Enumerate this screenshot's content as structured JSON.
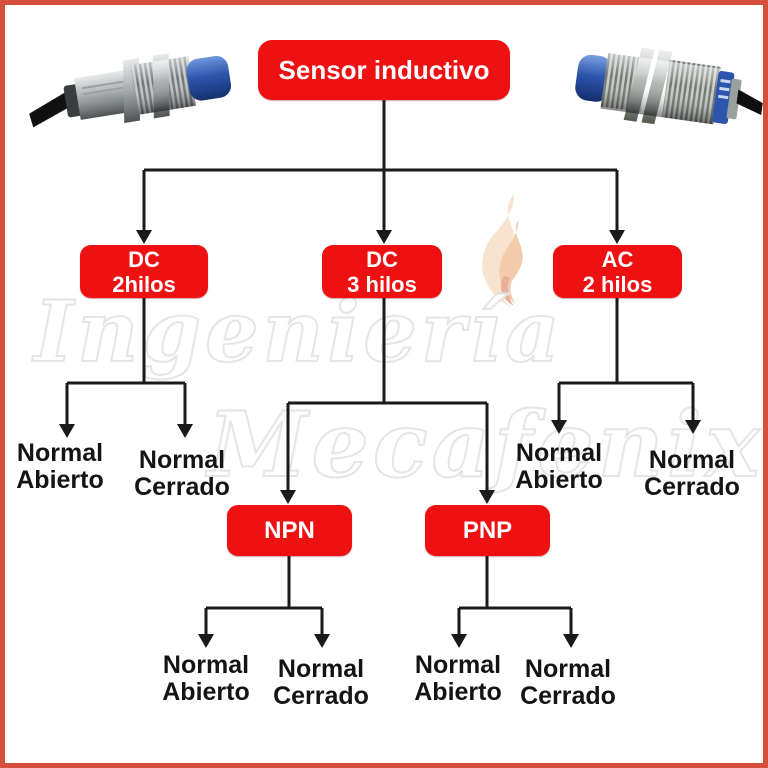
{
  "diagram_title": "Sensor inductivo",
  "nodes": {
    "root": "Sensor inductivo",
    "dc2": "DC\n2hilos",
    "dc3": "DC\n3 hilos",
    "ac2": "AC\n2 hilos",
    "npn": "NPN",
    "pnp": "PNP"
  },
  "leaves": {
    "dc2_open": "Normal\nAbierto",
    "dc2_closed": "Normal\nCerrado",
    "ac2_open": "Normal\nAbierto",
    "ac2_closed": "Normal\nCerrado",
    "npn_open": "Normal\nAbierto",
    "npn_closed": "Normal\nCerrado",
    "pnp_open": "Normal\nAbierto",
    "pnp_closed": "Normal\nCerrado"
  },
  "watermark": {
    "line1": "Ingeniería",
    "line2": "Mecafenix",
    "flame_icon": "flame-logo"
  },
  "images": {
    "left": "inductive-sensor-photo-left",
    "right": "inductive-sensor-photo-right"
  },
  "colors": {
    "node_red": "#ee1111",
    "frame_red": "#d4503a",
    "line_black": "#1a1a1a",
    "sensor_blue": "#2e55ad"
  }
}
